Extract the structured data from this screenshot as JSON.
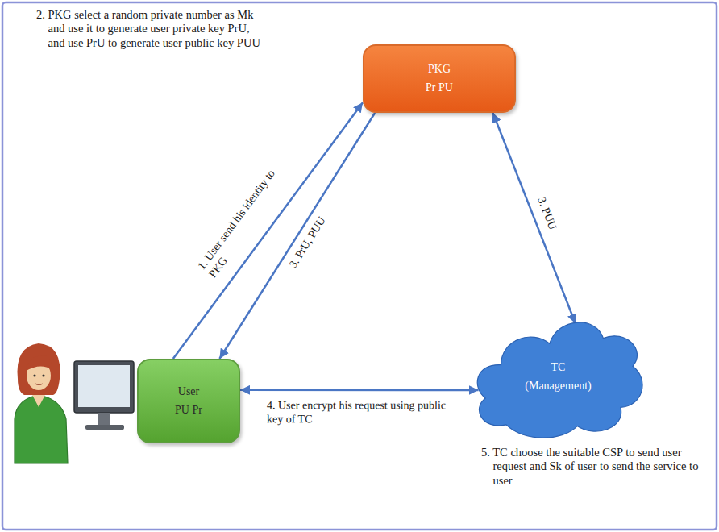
{
  "diagram": {
    "nodes": [
      {
        "text": [
          "PKG",
          "Pr PU"
        ]
      },
      {
        "text": [
          "User",
          "PU Pr"
        ]
      },
      {
        "text": [
          "TC",
          "(Management)"
        ]
      }
    ],
    "edges": [
      {
        "from": 1,
        "to": 0,
        "arrow": "to",
        "label": "1. User send his identity to PKG"
      },
      {
        "from": 0,
        "to": 1,
        "arrow": "to",
        "label": "3. PrU, PUU"
      },
      {
        "from": 0,
        "to": 2,
        "arrow": "both",
        "label": "3. PUU"
      },
      {
        "from": 1,
        "to": 2,
        "arrow": "both",
        "label": "4. User encrypt his request using public key of TC"
      }
    ],
    "labels": [
      "2. PKG select a random private number as Mk and use it to generate user private key PrU, and use PrU to generate user public key PUU",
      "5. TC choose the suitable CSP to send user request and Sk of user to send the service to user"
    ]
  }
}
